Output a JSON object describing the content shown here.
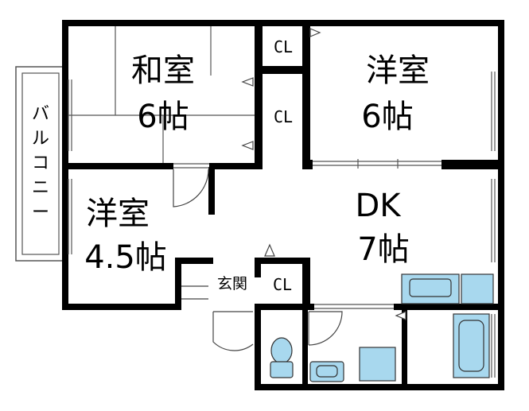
{
  "rooms": {
    "washitsu": {
      "name": "和室",
      "size": "6帖"
    },
    "yoshitsu_ne": {
      "name": "洋室",
      "size": "6帖"
    },
    "yoshitsu_w": {
      "name": "洋室",
      "size": "4.5帖"
    },
    "dk": {
      "name": "DK",
      "size": "7帖"
    }
  },
  "closets": {
    "cl1": "CL",
    "cl2": "CL",
    "cl3": "CL"
  },
  "genkan": "玄関",
  "balcony": [
    "バ",
    "ル",
    "コ",
    "ニ",
    "ー"
  ],
  "colors": {
    "wall": "#000000",
    "fixture_fill": "#a8d8ee",
    "fixture_stroke": "#333333",
    "thin_line": "#444444"
  },
  "icons": [
    "toilet-icon",
    "washbasin-icon",
    "washing-machine-pan-icon",
    "bathtub-icon",
    "kitchen-sink-icon",
    "stove-icon"
  ]
}
